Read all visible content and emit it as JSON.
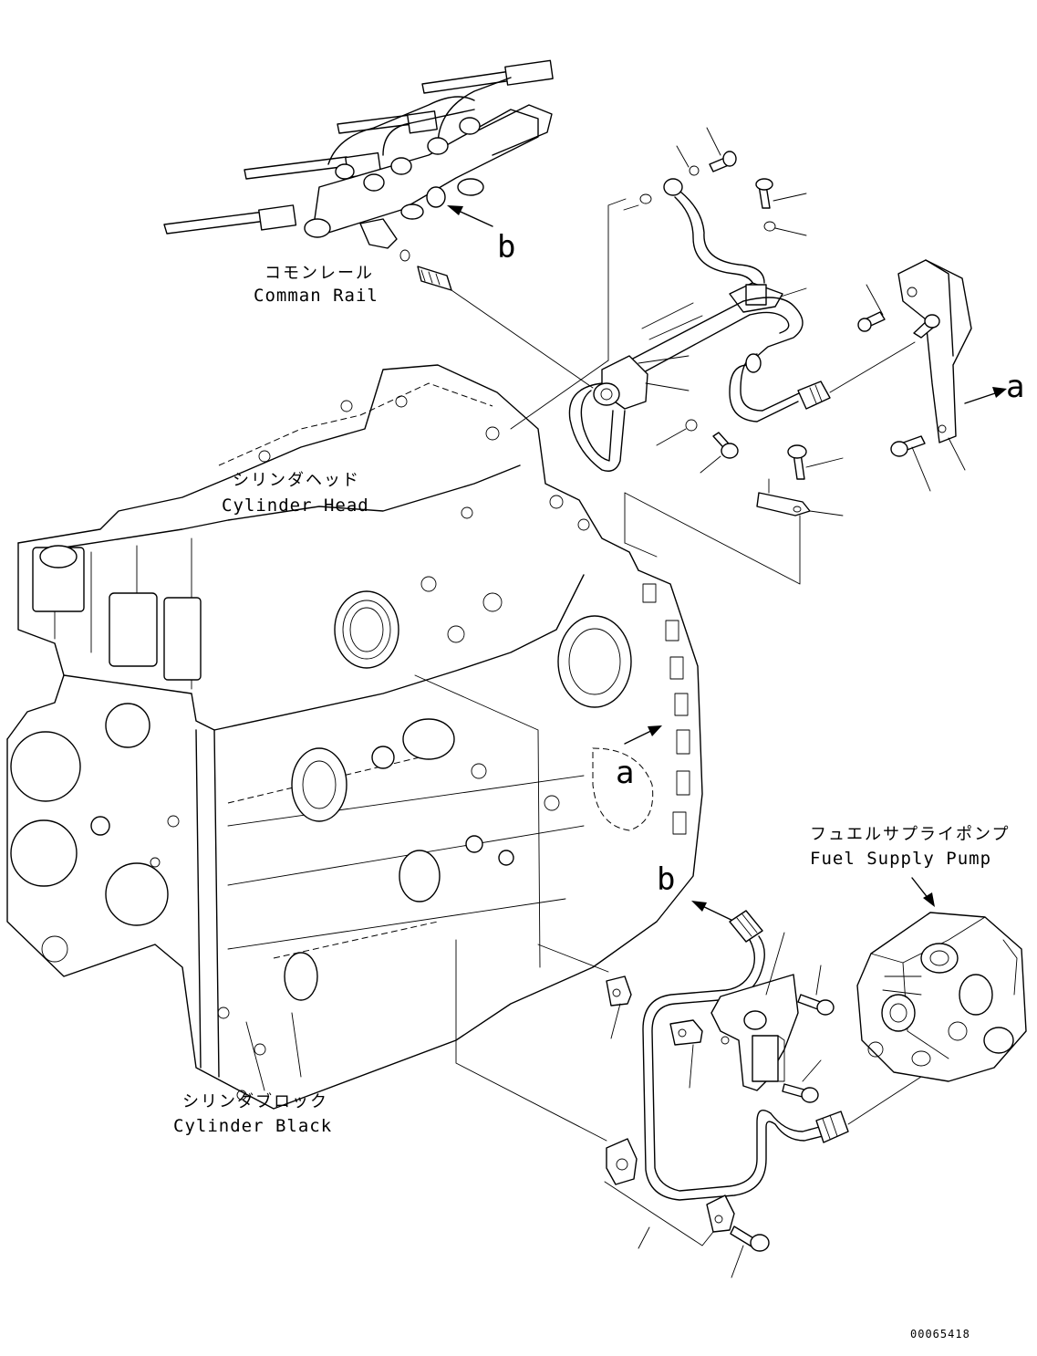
{
  "labels": {
    "common_rail_jp": "コモンレール",
    "common_rail_en": "Comman Rail",
    "cylinder_head_jp": "シリンダヘッド",
    "cylinder_head_en": "Cylinder Head",
    "cylinder_block_jp": "シリンダブロック",
    "cylinder_block_en": "Cylinder Black",
    "fuel_pump_jp": "フュエルサプライポンプ",
    "fuel_pump_en": "Fuel Supply Pump"
  },
  "callouts": {
    "a": "a",
    "b": "b"
  },
  "drawing_code": "00065418"
}
